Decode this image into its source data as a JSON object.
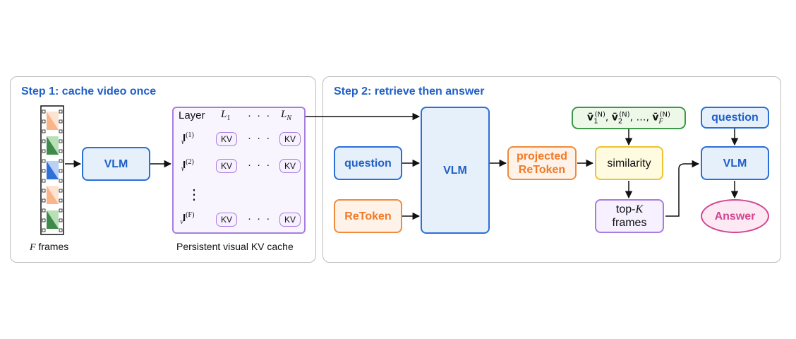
{
  "step1": {
    "title": "Step 1: cache video once",
    "vlm": "VLM",
    "frames_label_var": "F",
    "frames_label_text": " frames",
    "cache": {
      "header_layer": "Layer",
      "header_first": "L",
      "header_first_sub": "1",
      "header_dots": "· · ·",
      "header_last": "L",
      "header_last_sub": "N",
      "rows": [
        {
          "sym": "I",
          "sub": "v",
          "sup": "(1)"
        },
        {
          "sym": "I",
          "sub": "v",
          "sup": "(2)"
        },
        {
          "sym": "I",
          "sub": "v",
          "sup": "(F)"
        }
      ],
      "kv": "KV",
      "vdots": "⋮",
      "row_dots": "· · ·",
      "caption": "Persistent visual KV cache"
    }
  },
  "step2": {
    "title": "Step 2: retrieve then answer",
    "question": "question",
    "retoken": "ReToken",
    "vlm": "VLM",
    "projected_line1": "projected",
    "projected_line2": "ReToken",
    "similarity": "similarity",
    "features": {
      "v": "v̄",
      "s1": "1",
      "s2": "2",
      "sF": "F",
      "sup": "(N)",
      "ellipsis": "…"
    },
    "topk_line1": "top-",
    "topk_var": "K",
    "topk_line2": "frames",
    "question2": "question",
    "vlm2": "VLM",
    "answer": "Answer"
  },
  "colors": {
    "blue": "#2a6fd6",
    "orange": "#f08a3c",
    "yellow": "#f0c22d",
    "purple": "#a77de0",
    "green": "#3a9a4a",
    "pink": "#d04590"
  },
  "frame_icons": [
    {
      "color": "orange"
    },
    {
      "color": "green"
    },
    {
      "color": "blue"
    },
    {
      "color": "orange"
    },
    {
      "color": "green"
    }
  ]
}
